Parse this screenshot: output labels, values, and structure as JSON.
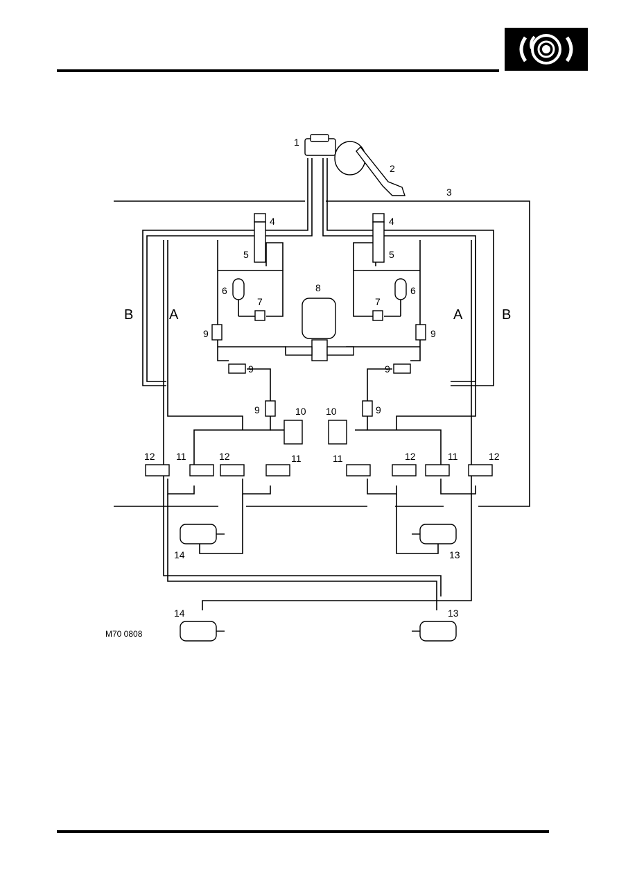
{
  "header": {
    "emblem_icon": "brake-disc-icon"
  },
  "diagram": {
    "labels": {
      "l1": "1",
      "l2": "2",
      "l3": "3",
      "l4a": "4",
      "l4b": "4",
      "l5a": "5",
      "l5b": "5",
      "l6a": "6",
      "l6b": "6",
      "l7a": "7",
      "l7b": "7",
      "l8": "8",
      "l9a": "9",
      "l9b": "9",
      "l9c": "9",
      "l9d": "9",
      "l9e": "9",
      "l9f": "9",
      "l10a": "10",
      "l10b": "10",
      "l11a": "11",
      "l11b": "11",
      "l11c": "11",
      "l11d": "11",
      "l12a": "12",
      "l12b": "12",
      "l12c": "12",
      "l12d": "12",
      "l13a": "13",
      "l13b": "13",
      "l14a": "14",
      "l14b": "14",
      "circuit_a_left": "A",
      "circuit_a_right": "A",
      "circuit_b_left": "B",
      "circuit_b_right": "B"
    },
    "figure_ref": "M70 0808"
  }
}
